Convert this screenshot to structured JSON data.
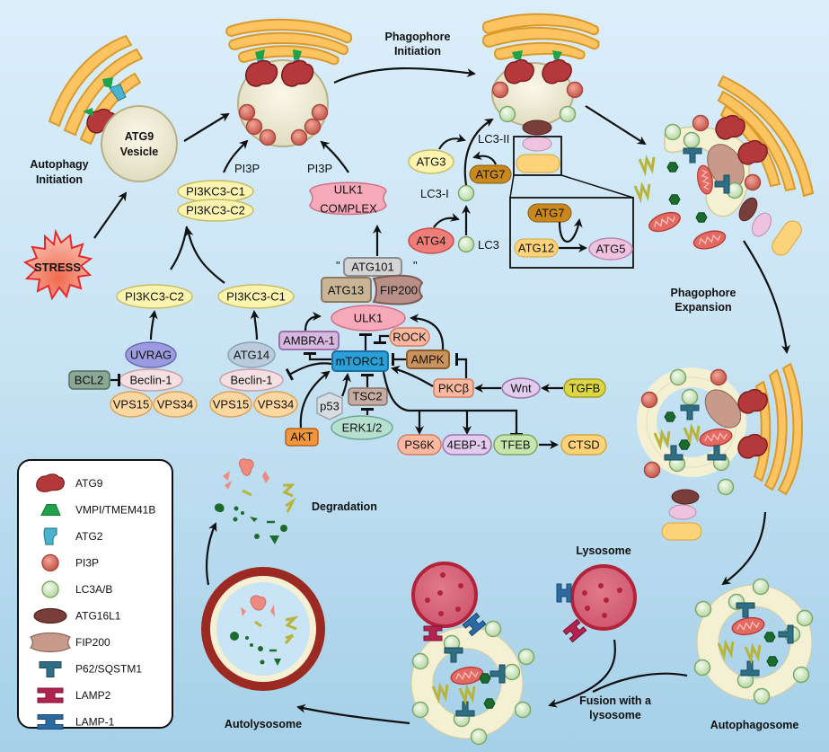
{
  "title": "Autophagy Signaling Pathway",
  "stages": {
    "autophagy_initiation": "Autophagy\nInitiation",
    "phagophore_initiation": "Phagophore\nInitiation",
    "phagophore_expansion": "Phagophore\nExpansion",
    "autophagosome": "Autophagosome",
    "fusion": "Fusion with a\nlysosome",
    "autolysosome": "Autolysosome",
    "degradation": "Degradation",
    "lysosome": "Lysosome"
  },
  "vesicle_label": "ATG9\nVesicle",
  "stress_label": "STRESS",
  "nodes": {
    "pi3kc3_c1_top": "PI3KC3-C1",
    "pi3kc3_c2_top": "PI3KC3-C2",
    "pi3p_left": "PI3P",
    "pi3p_right": "PI3P",
    "ulk1_complex_1": "ULK1",
    "ulk1_complex_2": "COMPLEX",
    "atg3": "ATG3",
    "atg7": "ATG7",
    "atg4": "ATG4",
    "lc3_ii": "LC3-II",
    "lc3_i": "LC3-I",
    "lc3": "LC3",
    "inset_atg7": "ATG7",
    "inset_atg12": "ATG12",
    "inset_atg5": "ATG5",
    "pi3kc3_c2": "PI3KC3-C2",
    "pi3kc3_c1": "PI3KC3-C1",
    "uvrag": "UVRAG",
    "atg14": "ATG14",
    "beclin_1_left": "Beclin-1",
    "beclin_1_right": "Beclin-1",
    "bcl2": "BCL2",
    "vps15_left": "VPS15",
    "vps34_left": "VPS34",
    "vps15_right": "VPS15",
    "vps34_right": "VPS34",
    "atg101": "ATG101",
    "atg13": "ATG13",
    "fip200": "FIP200",
    "ulk1": "ULK1",
    "ambra1": "AMBRA-1",
    "rock": "ROCK",
    "ampk": "AMPK",
    "mtorc1": "mTORC1",
    "tsc2": "TSC2",
    "p53": "p53",
    "erk": "ERK1/2",
    "akt": "AKT",
    "pkcb": "PKCβ",
    "wnt": "Wnt",
    "tgfb": "TGFB",
    "ps6k": "PS6K",
    "4ebp1": "4EBP-1",
    "tfeb": "TFEB",
    "ctsd": "CTSD"
  },
  "legend": [
    {
      "icon": "atg9-icon",
      "label": "ATG9",
      "color": "#b5393a"
    },
    {
      "icon": "vmpi-icon",
      "label": "VMPI/TMEM41B",
      "color": "#1fa34a"
    },
    {
      "icon": "atg2-icon",
      "label": "ATG2",
      "color": "#4ab3cf"
    },
    {
      "icon": "pi3p-icon",
      "label": "PI3P",
      "color": "#d9705f"
    },
    {
      "icon": "lc3-icon",
      "label": "LC3A/B",
      "color": "#c5e3b4"
    },
    {
      "icon": "atg16l1-icon",
      "label": "ATG16L1",
      "color": "#7a3e3a"
    },
    {
      "icon": "fip200-icon",
      "label": "FIP200",
      "color": "#c79a8c"
    },
    {
      "icon": "p62-icon",
      "label": "P62/SQSTM1",
      "color": "#2f6f86"
    },
    {
      "icon": "lamp2-icon",
      "label": "LAMP2",
      "color": "#b2234f"
    },
    {
      "icon": "lamp1-icon",
      "label": "LAMP-1",
      "color": "#2d6aa0"
    }
  ],
  "colors": {
    "pi3kc3": "#fbf4b0",
    "ulk_complex": "#f6a9b8",
    "mtorc1": "#2ba0d8",
    "ampk": "#c08a55",
    "golgi": "#fcc460",
    "lysosome": "#c6394f"
  }
}
